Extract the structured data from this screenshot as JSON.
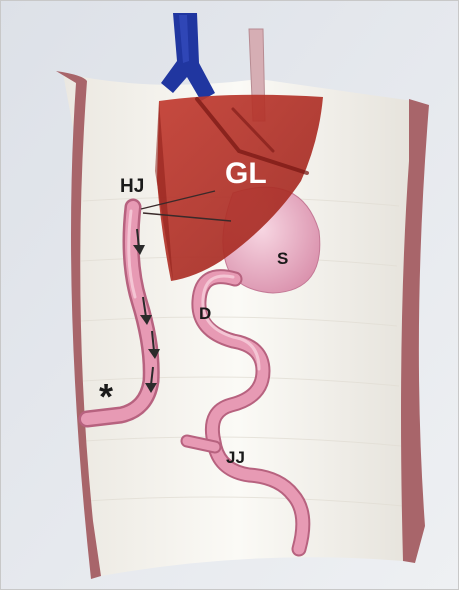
{
  "labels": {
    "gl": "GL",
    "hj": "HJ",
    "s": "S",
    "d": "D",
    "jj": "JJ",
    "asterisk": "*"
  },
  "colors": {
    "background": "#e4e7ec",
    "wall": "#f6f4ef",
    "wall_edge": "#a8656a",
    "liver": "#b8322a",
    "liver_dark": "#8e1f1a",
    "vena_cava": "#2036a0",
    "bowel": "#e79ab4",
    "bowel_dark": "#b7627f",
    "stomach": "#eeb8cc",
    "arrow": "#2b2b2b"
  },
  "icons": {
    "flow_arrow": "down-arrow-icon",
    "asterisk_marker": "asterisk-icon"
  },
  "flow_arrow_count": 4
}
